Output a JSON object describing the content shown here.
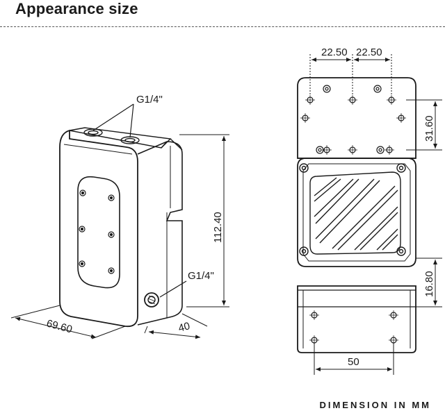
{
  "title": "Appearance size",
  "footer": "DIMENSION IN MM",
  "labels": {
    "port_top": "G1/4\"",
    "port_side": "G1/4\"",
    "height": "112.40",
    "width": "69.60",
    "depth": "40",
    "top_left": "22.50",
    "top_right": "22.50",
    "upper_height": "31.60",
    "bottom_height": "16.80",
    "bottom_width": "50"
  },
  "colors": {
    "line": "#1a1a1a",
    "dash": "#555555"
  }
}
